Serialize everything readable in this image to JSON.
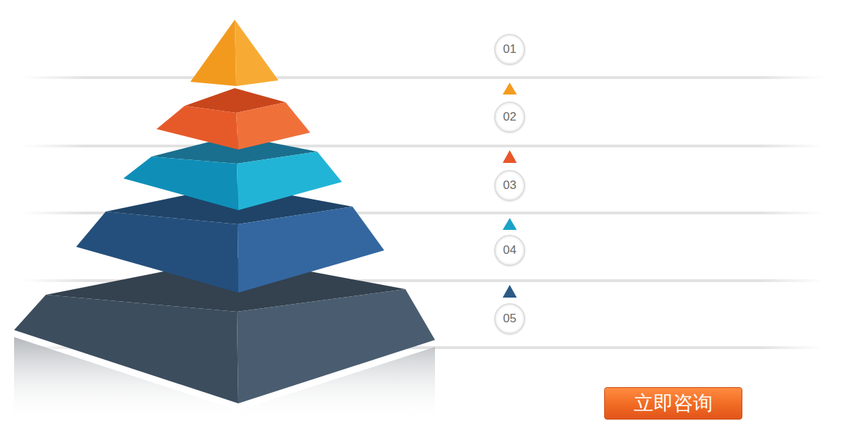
{
  "diagram": {
    "nodes": [
      {
        "text": [
          "01"
        ]
      },
      {
        "text": [
          "02"
        ]
      },
      {
        "text": [
          "03"
        ]
      },
      {
        "text": [
          "04"
        ]
      },
      {
        "text": [
          "05"
        ]
      },
      {
        "text": [
          "立即咨询"
        ]
      }
    ]
  }
}
